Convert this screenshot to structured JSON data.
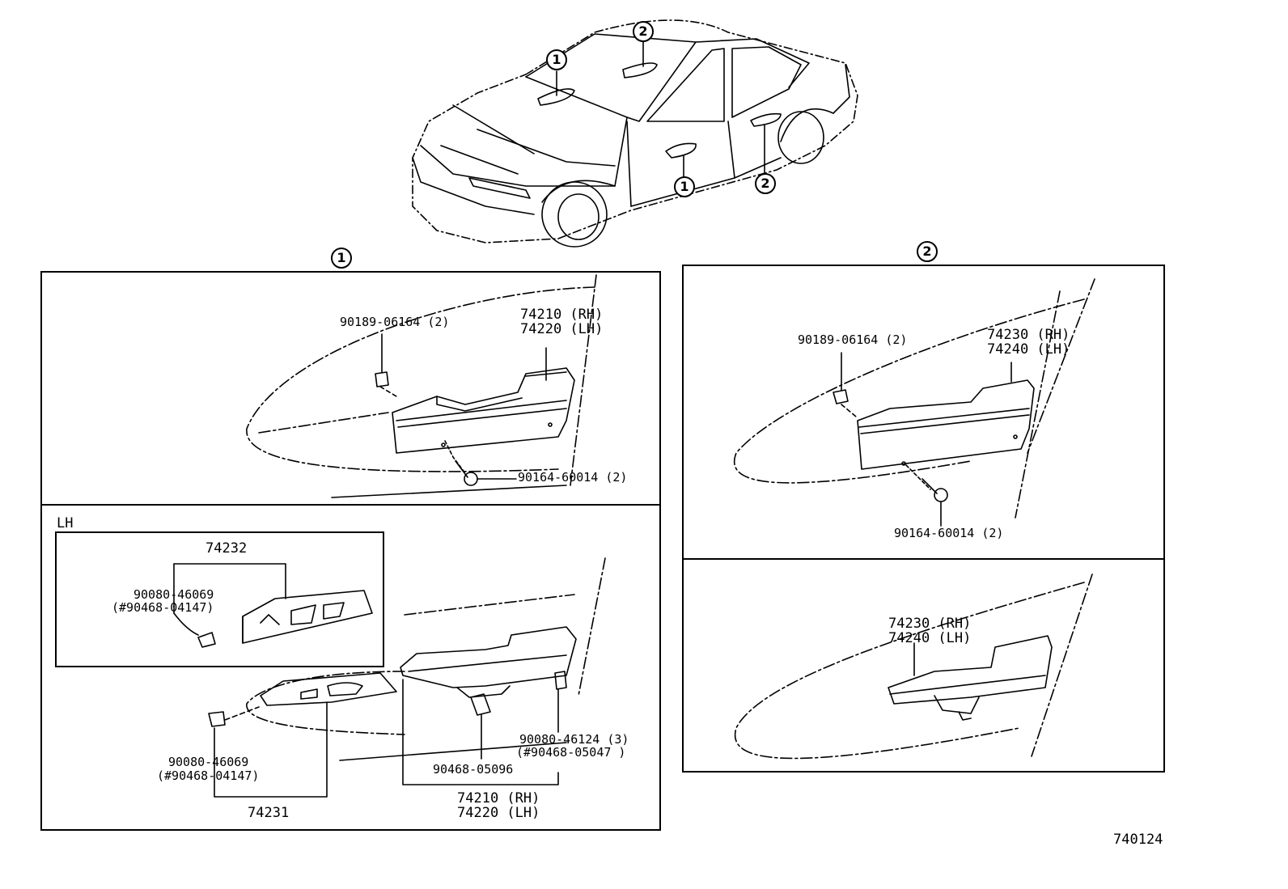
{
  "callouts": {
    "car_1a": "1",
    "car_2a": "2",
    "car_1b": "1",
    "car_2b": "2",
    "panel_1": "1",
    "panel_2": "2"
  },
  "panel_1_top": {
    "clip_part": "90189-06164 (2)",
    "handle_rh": "74210 (RH)",
    "handle_lh": "74220 (LH)",
    "screw_part": "90164-60014 (2)"
  },
  "panel_1_bottom": {
    "lh_tag": "LH",
    "lh_switch_part": "74232",
    "lh_clip_part": "90080-46069",
    "lh_clip_alt": "(#90468-04147)",
    "switch_clip_part": "90080-46069",
    "switch_clip_alt": "(#90468-04147)",
    "switch_part": "74231",
    "retainer_part": "90468-05096",
    "clip3_part": "90080-46124 (3)",
    "clip3_alt": "(#90468-05047 )",
    "handle_rh": "74210 (RH)",
    "handle_lh": "74220 (LH)"
  },
  "panel_2_top": {
    "clip_part": "90189-06164 (2)",
    "handle_rh": "74230 (RH)",
    "handle_lh": "74240 (LH)",
    "screw_part": "90164-60014 (2)"
  },
  "panel_2_bottom": {
    "handle_rh": "74230 (RH)",
    "handle_lh": "74240 (LH)"
  },
  "figure_number": "740124"
}
